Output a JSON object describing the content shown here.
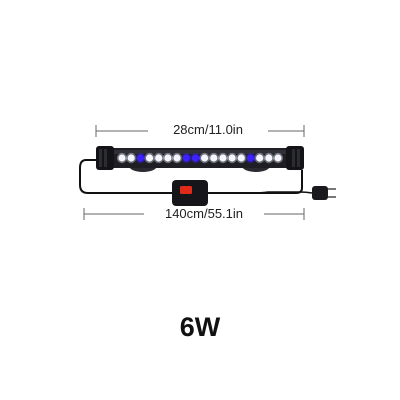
{
  "product": {
    "length_label": "28cm/11.0in",
    "cable_label": "140cm/55.1in",
    "power_label": "6W",
    "led_pattern": [
      "white",
      "white",
      "blue",
      "white",
      "white",
      "white",
      "white",
      "blue",
      "blue",
      "white",
      "white",
      "white",
      "white",
      "white",
      "blue",
      "white",
      "white",
      "white"
    ],
    "colors": {
      "led_white": "#f4f6ff",
      "led_blue": "#3b22ff",
      "tube": "#1e1e24",
      "switch_button": "#e02a1a",
      "cable": "#111111"
    }
  }
}
